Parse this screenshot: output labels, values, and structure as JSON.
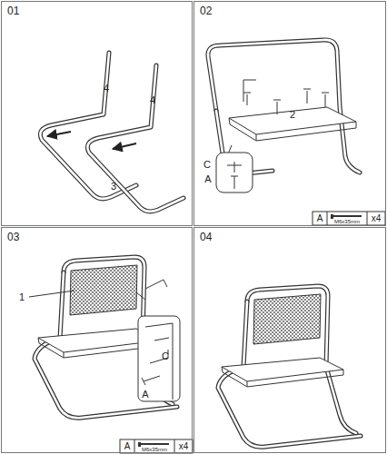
{
  "diagram": {
    "nodes": [
      {
        "text": [
          "01"
        ]
      },
      {
        "text": [
          "02"
        ]
      },
      {
        "text": [
          "03"
        ]
      },
      {
        "text": [
          "04"
        ]
      }
    ],
    "labels": [
      "4",
      "4",
      "3",
      "2",
      "C",
      "A",
      "A",
      "M6x35mm",
      "x4",
      "1",
      "C",
      "A",
      "A",
      "M6x35mm",
      "x4"
    ]
  }
}
